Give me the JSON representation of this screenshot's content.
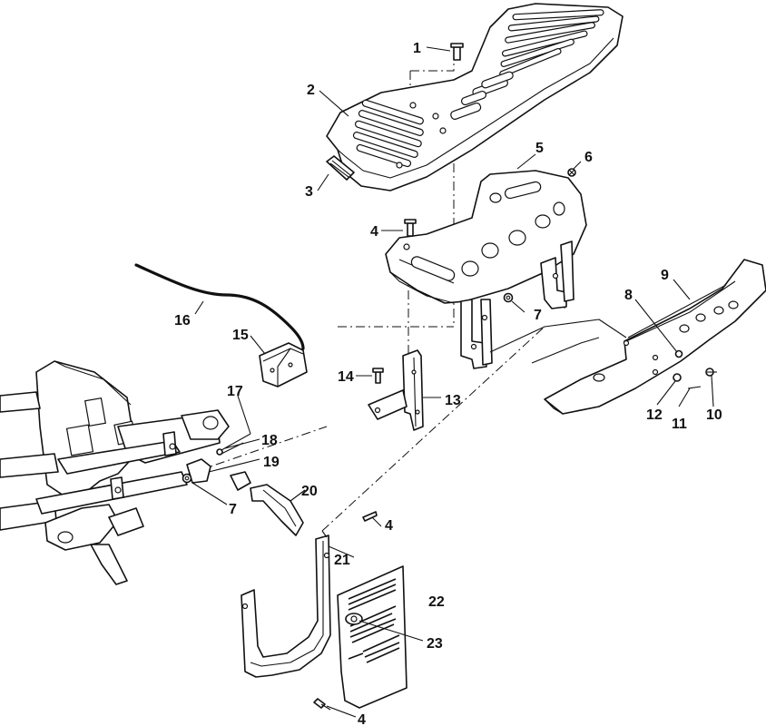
{
  "diagram": {
    "callouts": [
      "1",
      "2",
      "3",
      "4",
      "5",
      "6",
      "4",
      "7",
      "8",
      "9",
      "16",
      "15",
      "14",
      "13",
      "12",
      "11",
      "10",
      "17",
      "18",
      "19",
      "7",
      "20",
      "4",
      "21",
      "22",
      "23",
      "4"
    ]
  }
}
